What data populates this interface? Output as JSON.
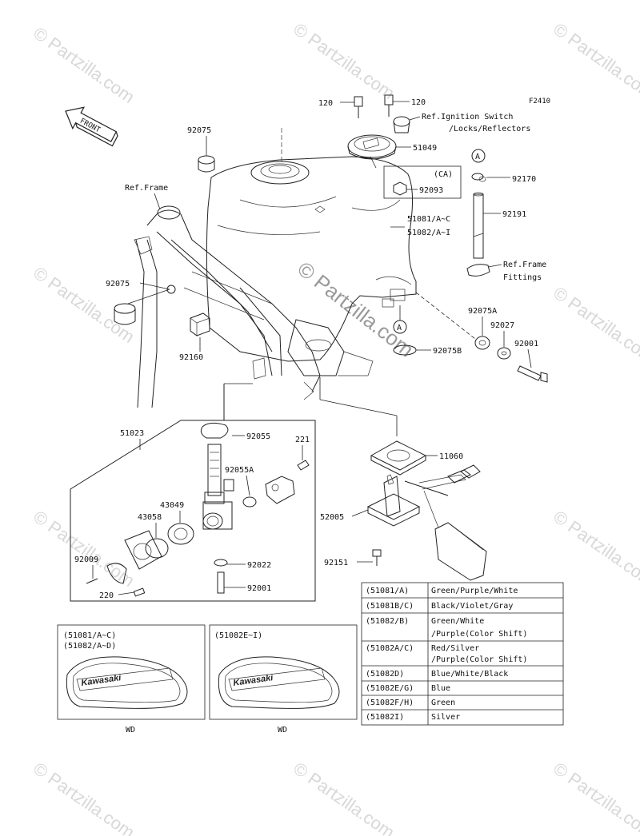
{
  "figure_code": "F2410",
  "front_label": "FRONT",
  "watermarks": {
    "small": "© Partzilla.com",
    "center": "© Partzilla.com"
  },
  "parts": {
    "p120a": "120",
    "p120b": "120",
    "ref_ignition_1": "Ref.Ignition Switch",
    "ref_ignition_2": "/Locks/Reflectors",
    "p51049": "51049",
    "p92075_top": "92075",
    "ca_label": "(CA)",
    "p92093": "92093",
    "circle_a": "A",
    "p92170": "92170",
    "p92191": "92191",
    "ref_frame": "Ref.Frame",
    "p51081": "51081/A~C",
    "p51082": "51082/A~I",
    "ref_frame_fit_1": "Ref.Frame",
    "ref_frame_fit_2": "Fittings",
    "p92075_left": "92075",
    "p92075A": "92075A",
    "p92027": "92027",
    "p92001_right": "92001",
    "p92160": "92160",
    "p92075B": "92075B",
    "p51023": "51023",
    "p92055": "92055",
    "p221": "221",
    "p92055A": "92055A",
    "p11060": "11060",
    "p43049": "43049",
    "p43058": "43058",
    "p52005": "52005",
    "p92009": "92009",
    "p92151": "92151",
    "p92022": "92022",
    "p220": "220",
    "p92001_bottom": "92001"
  },
  "color_table": [
    {
      "code": "(51081/A)",
      "color": "Green/Purple/White"
    },
    {
      "code": "(51081B/C)",
      "color": "Black/Violet/Gray"
    },
    {
      "code": "(51082/B)",
      "color": "Green/White",
      "color2": "/Purple(Color Shift)"
    },
    {
      "code": "(51082A/C)",
      "color": "Red/Silver",
      "color2": "/Purple(Color Shift)"
    },
    {
      "code": "(51082D)",
      "color": "Blue/White/Black"
    },
    {
      "code": "(51082E/G)",
      "color": "Blue"
    },
    {
      "code": "(51082F/H)",
      "color": "Green"
    },
    {
      "code": "(51082I)",
      "color": "Silver"
    }
  ],
  "decal_boxes": {
    "left_line1": "(51081/A~C)",
    "left_line2": "(51082/A~D)",
    "right_line1": "(51082E~I)",
    "brand": "Kawasaki",
    "left_caption": "WD",
    "right_caption": "WD"
  }
}
